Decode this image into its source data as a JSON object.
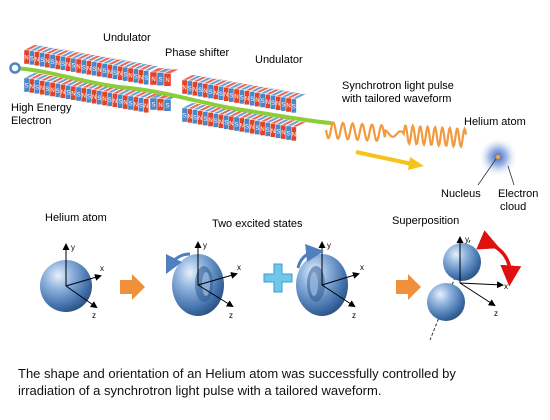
{
  "labels": {
    "undulator_left": "Undulator",
    "phase_shifter": "Phase shifter",
    "undulator_right": "Undulator",
    "electron_line1": "High Energy",
    "electron_line2": "Electron",
    "pulse_line1": "Synchrotron light pulse",
    "pulse_line2": "with tailored waveform",
    "helium_atom_top": "Helium  atom",
    "nucleus": "Nucleus",
    "cloud_line1": "Electron",
    "cloud_line2": "cloud",
    "helium_atom_bottom": "Helium  atom",
    "two_excited": "Two excited states",
    "superposition": "Superposition",
    "magnet_n": "N",
    "magnet_s": "S"
  },
  "axes": {
    "x": "x",
    "y": "y",
    "z": "z"
  },
  "caption": {
    "line1": "The shape and orientation of an Helium atom was successfully controlled by",
    "line2": "irradiation of a synchrotron light pulse with a tailored waveform."
  },
  "colors": {
    "magnet_red": "#e2442a",
    "magnet_blue": "#4d86c8",
    "beam_green": "#8ccd3a",
    "wave_orange": "#f39a3e",
    "arrow_yellow": "#f7c21a",
    "sphere_blue": "#5f8fc7",
    "plus_cyan": "#6fc7ea",
    "process_arrow": "#f0903a",
    "rotation_red": "#e01010"
  }
}
